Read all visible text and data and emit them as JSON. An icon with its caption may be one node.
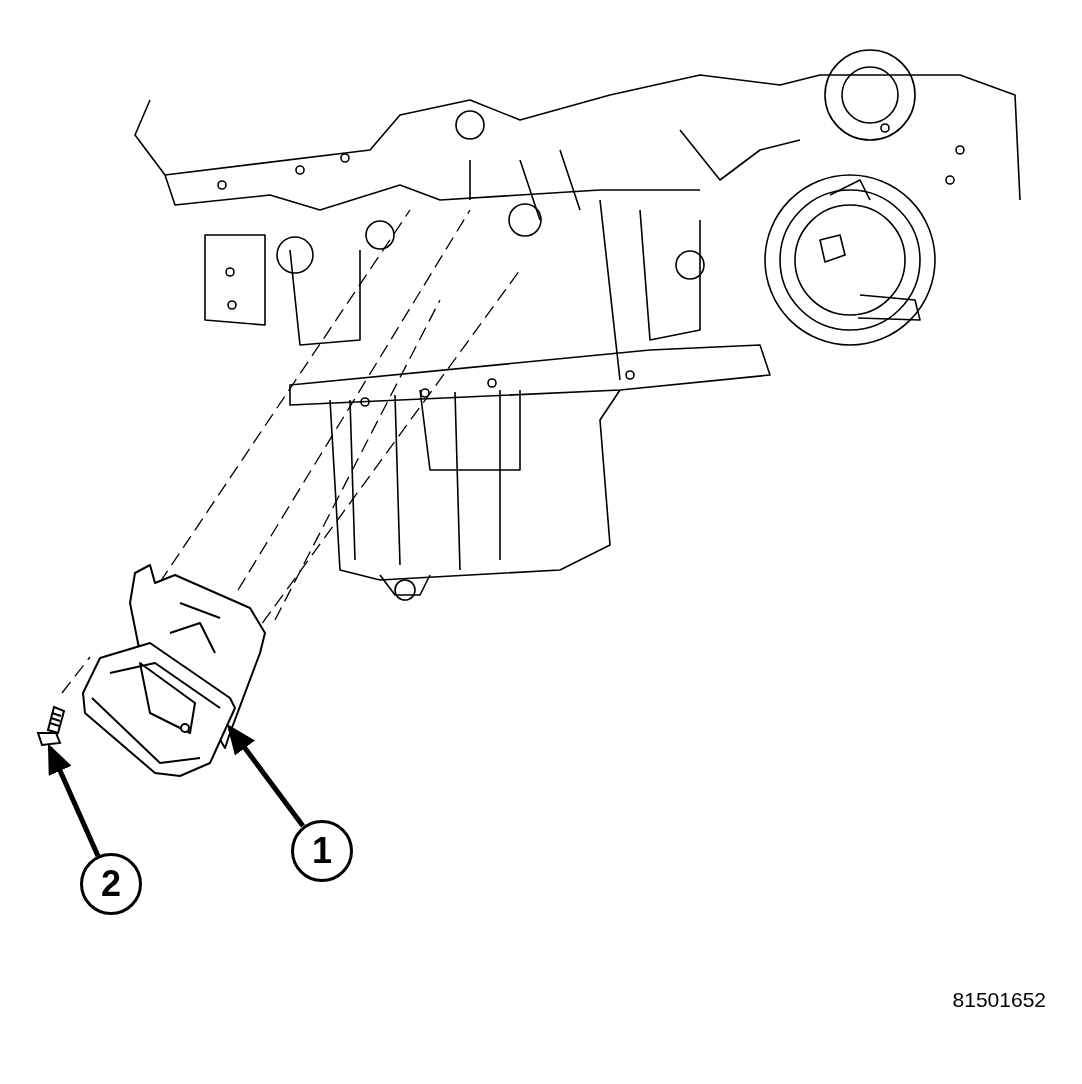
{
  "diagram": {
    "nodes": [
      {
        "text": [],
        "shape": "picture"
      },
      {
        "text": [],
        "shape": "picture"
      },
      {
        "text": [
          "1"
        ]
      },
      {
        "text": [
          "2"
        ]
      }
    ],
    "edges": [
      {
        "from": 2,
        "to": 0,
        "arrow": "to"
      },
      {
        "from": 3,
        "to": 1,
        "arrow": "to"
      }
    ],
    "labels": [
      "81501652"
    ]
  }
}
